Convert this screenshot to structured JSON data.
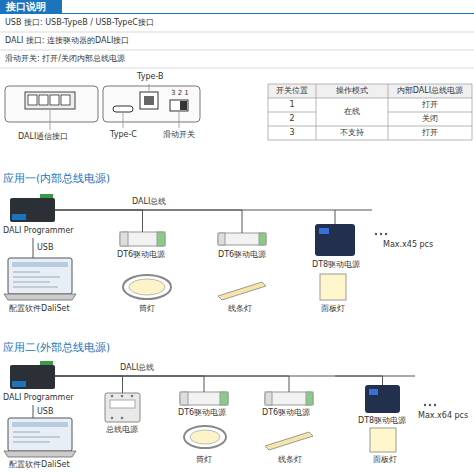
{
  "diagram": {
    "nodes": [
      {
        "text": [
          "接口说明"
        ]
      },
      {
        "text": [
          "DALI通信接口"
        ]
      },
      {
        "text": [
          "Type-B",
          "Type-C",
          "滑动开关"
        ]
      },
      {
        "text": [
          "DALI Programmer"
        ]
      },
      {
        "text": [
          "配置软件DaliSet"
        ]
      },
      {
        "text": [
          "DT6驱动电源"
        ]
      },
      {
        "text": [
          "DT6驱动电源"
        ]
      },
      {
        "text": [
          "DT8驱动电源"
        ]
      },
      {
        "text": [
          "筒灯"
        ]
      },
      {
        "text": [
          "线条灯"
        ]
      },
      {
        "text": [
          "面板灯"
        ]
      },
      {
        "text": [
          "DALI Programmer"
        ]
      },
      {
        "text": [
          "配置软件DaliSet"
        ]
      },
      {
        "text": [
          "总线电源"
        ]
      },
      {
        "text": [
          "DT6驱动电源"
        ]
      },
      {
        "text": [
          "DT6驱动电源"
        ]
      },
      {
        "text": [
          "DT8驱动电源"
        ]
      },
      {
        "text": [
          "筒灯"
        ]
      },
      {
        "text": [
          "线条灯"
        ]
      },
      {
        "text": [
          "面板灯"
        ]
      }
    ],
    "edges": [
      {
        "from": 3,
        "to": 4,
        "arrow": "none",
        "label": "USB"
      },
      {
        "from": 3,
        "to": 5,
        "arrow": "none"
      },
      {
        "from": 3,
        "to": 6,
        "arrow": "none"
      },
      {
        "from": 3,
        "to": 7,
        "arrow": "none"
      },
      {
        "from": 11,
        "to": 12,
        "arrow": "none",
        "label": "USB"
      },
      {
        "from": 11,
        "to": 13,
        "arrow": "none"
      },
      {
        "from": 11,
        "to": 14,
        "arrow": "none"
      },
      {
        "from": 11,
        "to": 15,
        "arrow": "none"
      },
      {
        "from": 11,
        "to": 16,
        "arrow": "none"
      }
    ],
    "labels": [
      "USB 接口: USB-TypeB / USB-TypeC接口",
      "DALI 接口: 连接驱动器的DALI接口",
      "滑动开关: 打开/关闭内部总线电源",
      "3 2 1",
      "开关位置",
      "操作模式",
      "内部DALI总线电源",
      "1",
      "在线",
      "打开",
      "2",
      "关闭",
      "3",
      "不支持",
      "打开",
      "应用一(内部总线电源)",
      "DALI总线",
      "Max.x45 pcs",
      "应用二(外部总线电源)",
      "DALI总线",
      "Max.x64 pcs"
    ]
  }
}
